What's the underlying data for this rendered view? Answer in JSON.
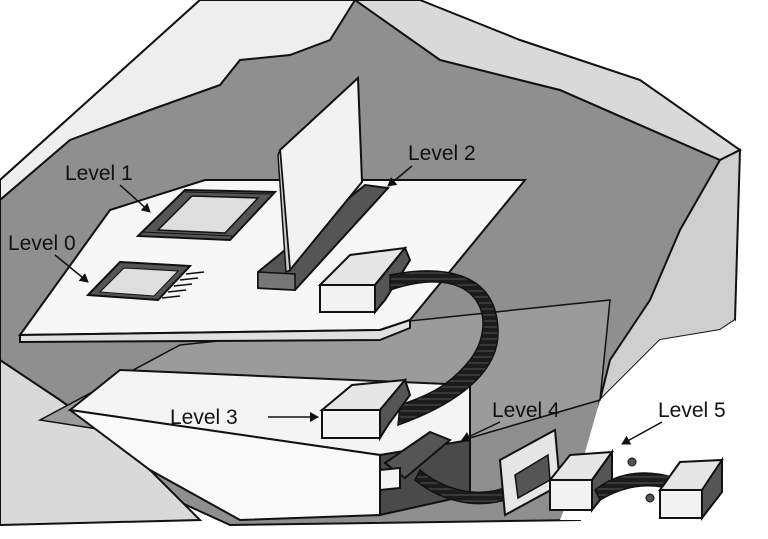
{
  "diagram": {
    "labels": {
      "level0": "Level 0",
      "level1": "Level 1",
      "level2": "Level 2",
      "level3": "Level 3",
      "level4": "Level 4",
      "level5": "Level 5"
    },
    "colors": {
      "background": "#ffffff",
      "enclosure_wall": "#8f8f8f",
      "enclosure_light": "#d9d9d9",
      "enclosure_top": "#eeeeee",
      "board": "#f7f7f7",
      "chip_dark": "#555555",
      "chip_light": "#dedede",
      "cable": "#1c1c1c",
      "outline": "#111111"
    }
  }
}
